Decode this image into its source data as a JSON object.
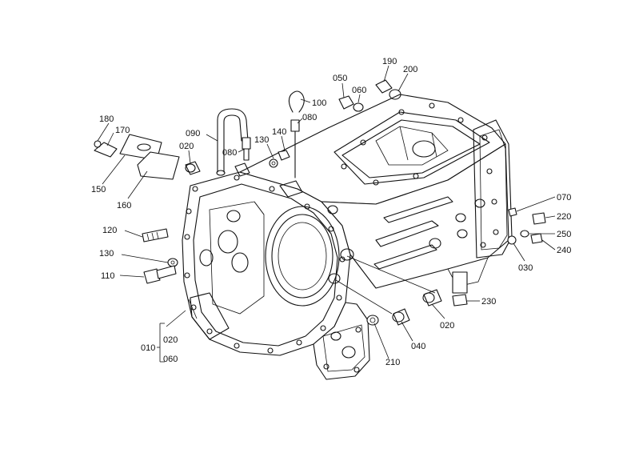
{
  "callouts": [
    {
      "id": "c180",
      "text": "180"
    },
    {
      "id": "c170",
      "text": "170"
    },
    {
      "id": "c150",
      "text": "150"
    },
    {
      "id": "c160",
      "text": "160"
    },
    {
      "id": "c020a",
      "text": "020"
    },
    {
      "id": "c090",
      "text": "090"
    },
    {
      "id": "c080a",
      "text": "080"
    },
    {
      "id": "c130a",
      "text": "130"
    },
    {
      "id": "c140",
      "text": "140"
    },
    {
      "id": "c080b",
      "text": "080"
    },
    {
      "id": "c100",
      "text": "100"
    },
    {
      "id": "c050",
      "text": "050"
    },
    {
      "id": "c060",
      "text": "060"
    },
    {
      "id": "c190",
      "text": "190"
    },
    {
      "id": "c200",
      "text": "200"
    },
    {
      "id": "c070",
      "text": "070"
    },
    {
      "id": "c220",
      "text": "220"
    },
    {
      "id": "c250",
      "text": "250"
    },
    {
      "id": "c240",
      "text": "240"
    },
    {
      "id": "c030",
      "text": "030"
    },
    {
      "id": "c230",
      "text": "230"
    },
    {
      "id": "c120",
      "text": "120"
    },
    {
      "id": "c130b",
      "text": "130"
    },
    {
      "id": "c110",
      "text": "110"
    },
    {
      "id": "c020b",
      "text": "020"
    },
    {
      "id": "c040",
      "text": "040"
    },
    {
      "id": "c210",
      "text": "210"
    }
  ],
  "assembly_group": {
    "main": "010",
    "from": "020",
    "to": "060"
  }
}
